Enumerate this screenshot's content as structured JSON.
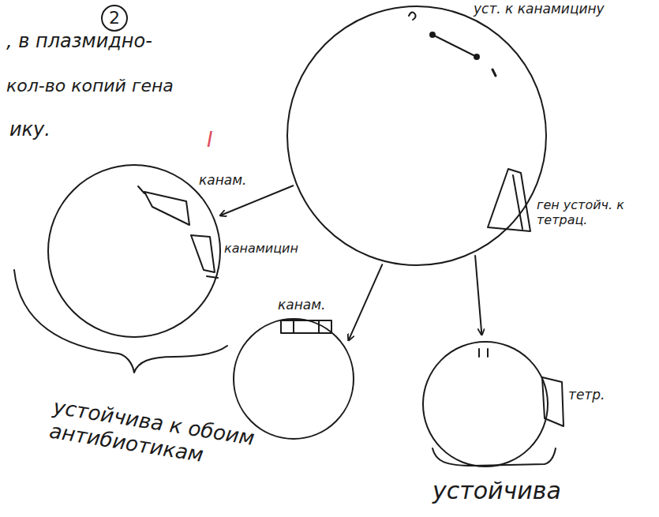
{
  "diagram": {
    "nodes": [
      {
        "text": [
          "уст. к канамицину",
          "ген устойч. к тетрац."
        ]
      },
      {
        "text": [
          "канам.",
          "канамицин"
        ]
      },
      {
        "text": [
          "канам."
        ]
      },
      {
        "text": [
          "тетр."
        ]
      }
    ],
    "edges": [
      {
        "from": 0,
        "to": 1,
        "arrow": "to"
      },
      {
        "from": 0,
        "to": 2,
        "arrow": "to"
      },
      {
        "from": 0,
        "to": 3,
        "arrow": "to"
      }
    ],
    "labels": [
      "2",
      ", в плазмидно-",
      "кол-во копий гена",
      "ику.",
      "I",
      "устойчива к обоим антибиотикам",
      "устойчива"
    ]
  }
}
